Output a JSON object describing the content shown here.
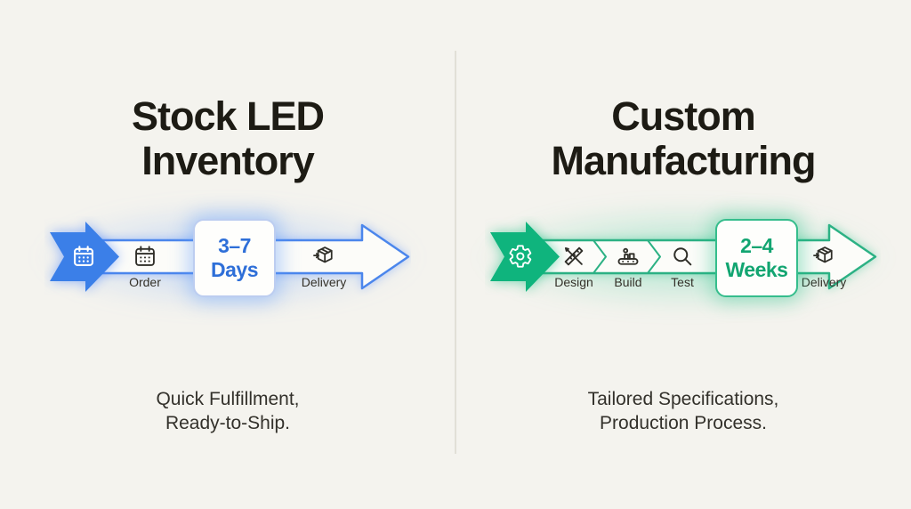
{
  "canvas": {
    "background_color": "#f4f3ee",
    "divider_color": "#e1dfd7"
  },
  "left_panel": {
    "title_line1": "Stock LED",
    "title_line2": "Inventory",
    "accent_color": "#3b82f6",
    "start_icon": "calendar-icon",
    "steps": [
      {
        "label": "Order",
        "icon": "calendar-icon"
      },
      {
        "label": "Delivery",
        "icon": "package-icon"
      }
    ],
    "duration": {
      "line1": "3–7",
      "line2": "Days",
      "text_color": "#2e6fd8"
    },
    "footer_line1": "Quick Fulfillment,",
    "footer_line2": "Ready-to-Ship."
  },
  "right_panel": {
    "title_line1": "Custom",
    "title_line2": "Manufacturing",
    "accent_color": "#10b981",
    "start_icon": "gear-icon",
    "steps": [
      {
        "label": "Design",
        "icon": "pencil-ruler-icon"
      },
      {
        "label": "Build",
        "icon": "conveyor-icon"
      },
      {
        "label": "Test",
        "icon": "magnifier-icon"
      },
      {
        "label": "Delivery",
        "icon": "package-icon"
      }
    ],
    "duration": {
      "line1": "2–4",
      "line2": "Weeks",
      "text_color": "#12a571"
    },
    "footer_line1": "Tailored Specifications,",
    "footer_line2": "Production Process."
  }
}
